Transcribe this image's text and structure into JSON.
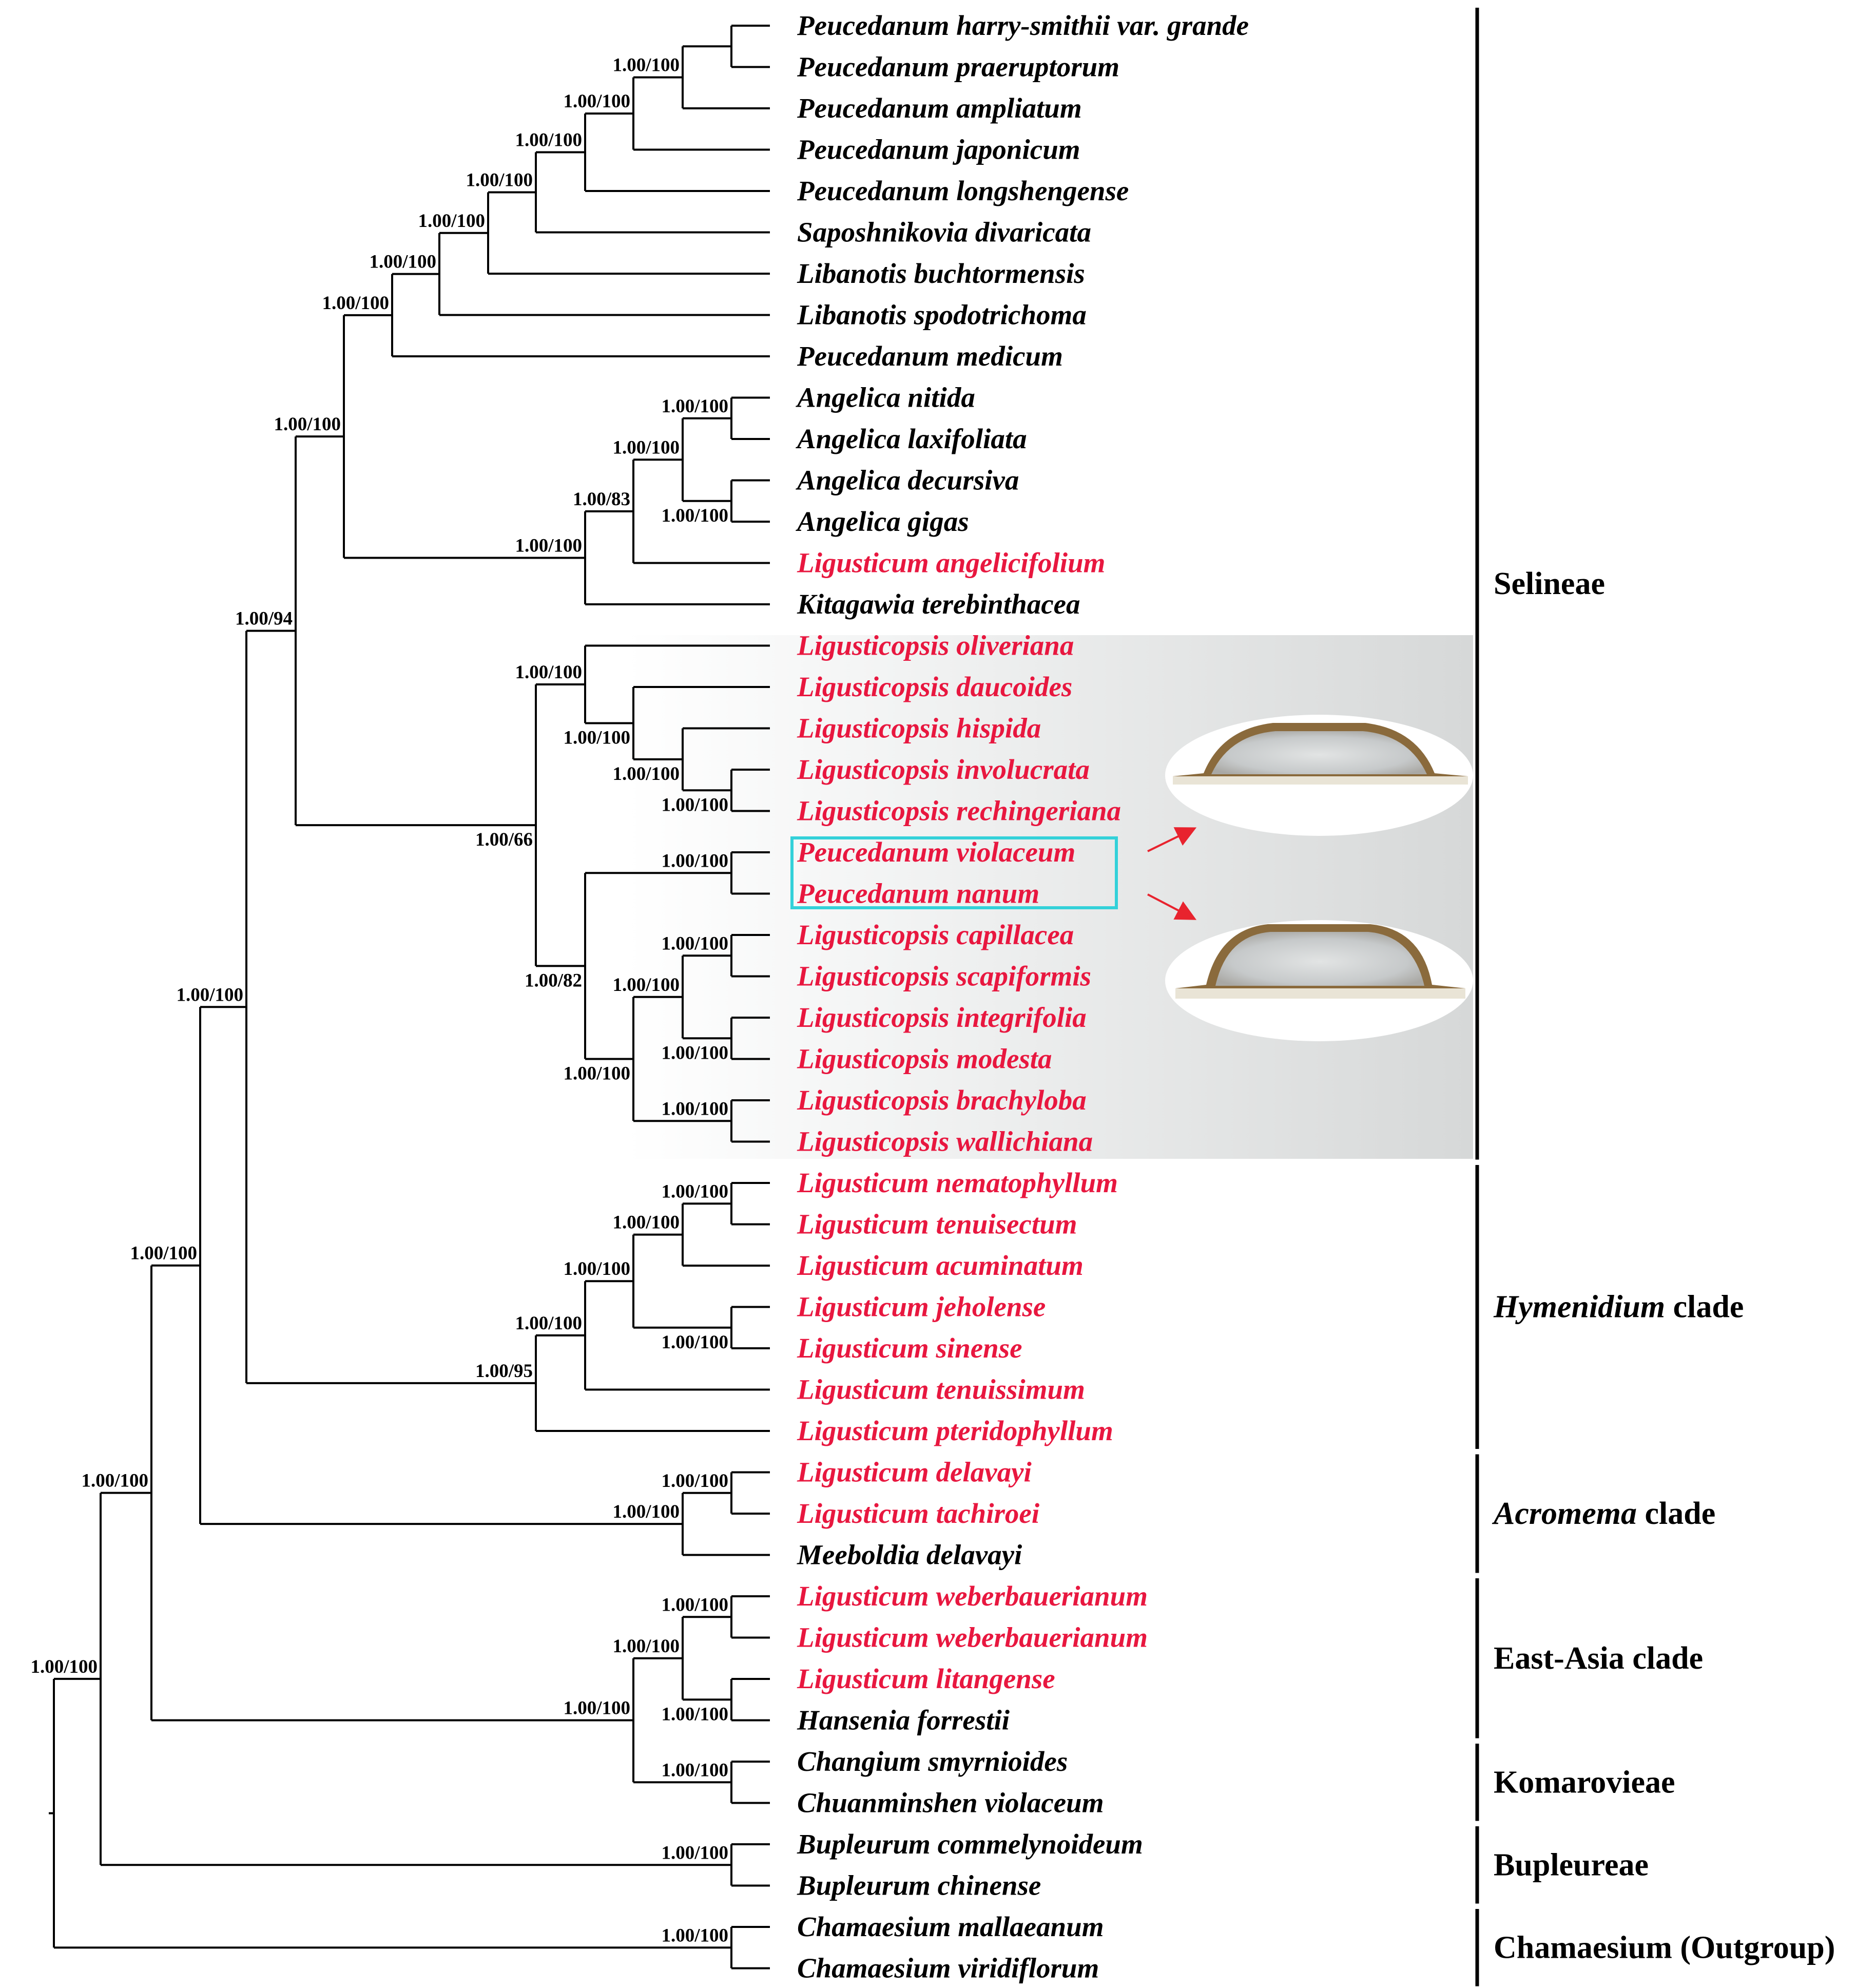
{
  "colors": {
    "highlight": "#e8173f",
    "normal": "#000000",
    "box": "#33d1d9",
    "arrow": "#e8232e",
    "shade_dark": "#d6d8d8"
  },
  "taxa": [
    {
      "id": "t1",
      "label": "Peucedanum harry-smithii",
      "suffix": " var. grande",
      "color": "black"
    },
    {
      "id": "t2",
      "label": "Peucedanum praeruptorum",
      "color": "black"
    },
    {
      "id": "t3",
      "label": "Peucedanum ampliatum",
      "color": "black"
    },
    {
      "id": "t4",
      "label": "Peucedanum japonicum",
      "color": "black"
    },
    {
      "id": "t5",
      "label": "Peucedanum longshengense",
      "color": "black"
    },
    {
      "id": "t6",
      "label": "Saposhnikovia divaricata",
      "color": "black"
    },
    {
      "id": "t7",
      "label": "Libanotis buchtormensis",
      "color": "black"
    },
    {
      "id": "t8",
      "label": "Libanotis spodotrichoma",
      "color": "black"
    },
    {
      "id": "t9",
      "label": "Peucedanum medicum",
      "color": "black"
    },
    {
      "id": "t10",
      "label": "Angelica nitida",
      "color": "black"
    },
    {
      "id": "t11",
      "label": "Angelica laxifoliata",
      "color": "black"
    },
    {
      "id": "t12",
      "label": "Angelica decursiva",
      "color": "black"
    },
    {
      "id": "t13",
      "label": "Angelica gigas",
      "color": "black"
    },
    {
      "id": "t14",
      "label": "Ligusticum angelicifolium",
      "color": "red"
    },
    {
      "id": "t15",
      "label": "Kitagawia terebinthacea",
      "color": "black"
    },
    {
      "id": "t16",
      "label": "Ligusticopsis oliveriana",
      "color": "red"
    },
    {
      "id": "t17",
      "label": "Ligusticopsis daucoides",
      "color": "red"
    },
    {
      "id": "t18",
      "label": "Ligusticopsis hispida",
      "color": "red"
    },
    {
      "id": "t19",
      "label": "Ligusticopsis involucrata",
      "color": "red"
    },
    {
      "id": "t20",
      "label": "Ligusticopsis rechingeriana",
      "color": "red"
    },
    {
      "id": "t21",
      "label": "Peucedanum violaceum",
      "color": "red"
    },
    {
      "id": "t22",
      "label": "Peucedanum nanum",
      "color": "red"
    },
    {
      "id": "t23",
      "label": "Ligusticopsis capillacea",
      "color": "red"
    },
    {
      "id": "t24",
      "label": "Ligusticopsis scapiformis",
      "color": "red"
    },
    {
      "id": "t25",
      "label": "Ligusticopsis integrifolia",
      "color": "red"
    },
    {
      "id": "t26",
      "label": "Ligusticopsis modesta",
      "color": "red"
    },
    {
      "id": "t27",
      "label": "Ligusticopsis brachyloba",
      "color": "red"
    },
    {
      "id": "t28",
      "label": "Ligusticopsis wallichiana",
      "color": "red"
    },
    {
      "id": "t29",
      "label": "Ligusticum nematophyllum",
      "color": "red"
    },
    {
      "id": "t30",
      "label": "Ligusticum tenuisectum",
      "color": "red"
    },
    {
      "id": "t31",
      "label": "Ligusticum acuminatum",
      "color": "red"
    },
    {
      "id": "t32",
      "label": "Ligusticum jeholense",
      "color": "red"
    },
    {
      "id": "t33",
      "label": "Ligusticum sinense",
      "color": "red"
    },
    {
      "id": "t34",
      "label": "Ligusticum tenuissimum",
      "color": "red"
    },
    {
      "id": "t35",
      "label": "Ligusticum pteridophyllum",
      "color": "red"
    },
    {
      "id": "t36",
      "label": "Ligusticum delavayi",
      "color": "red"
    },
    {
      "id": "t37",
      "label": "Ligusticum tachiroei",
      "color": "red"
    },
    {
      "id": "t38",
      "label": "Meeboldia delavayi",
      "color": "black"
    },
    {
      "id": "t39",
      "label": "Ligusticum weberbauerianum",
      "color": "red"
    },
    {
      "id": "t40",
      "label": "Ligusticum weberbauerianum",
      "color": "red"
    },
    {
      "id": "t41",
      "label": "Ligusticum litangense",
      "color": "red"
    },
    {
      "id": "t42",
      "label": "Hansenia forrestii",
      "color": "black"
    },
    {
      "id": "t43",
      "label": "Changium smyrnioides",
      "color": "black"
    },
    {
      "id": "t44",
      "label": "Chuanminshen violaceum",
      "color": "black"
    },
    {
      "id": "t45",
      "label": "Bupleurum commelynoideum",
      "color": "black"
    },
    {
      "id": "t46",
      "label": "Bupleurum chinense",
      "color": "black"
    },
    {
      "id": "t47",
      "label": "Chamaesium mallaeanum",
      "color": "black"
    },
    {
      "id": "t48",
      "label": "Chamaesium viridiflorum",
      "color": "black"
    }
  ],
  "supports": [
    {
      "node": "n1",
      "text": "1.00/100"
    },
    {
      "node": "n2",
      "text": "1.00/100"
    },
    {
      "node": "n3",
      "text": "1.00/100"
    },
    {
      "node": "n4",
      "text": "1.00/100"
    },
    {
      "node": "n5",
      "text": "1.00/100"
    },
    {
      "node": "n6",
      "text": "1.00/100"
    },
    {
      "node": "n7",
      "text": "1.00/100"
    },
    {
      "node": "n8",
      "text": "1.00/100"
    },
    {
      "node": "n9",
      "text": "1.00/100"
    },
    {
      "node": "n10",
      "text": "1.00/100"
    },
    {
      "node": "n11",
      "text": "1.00/100"
    },
    {
      "node": "n12",
      "text": "1.00/83"
    },
    {
      "node": "n13",
      "text": "1.00/100"
    },
    {
      "node": "n14",
      "text": "1.00/94"
    },
    {
      "node": "n15",
      "text": "1.00/100"
    },
    {
      "node": "n16",
      "text": "1.00/100"
    },
    {
      "node": "n17",
      "text": "1.00/100"
    },
    {
      "node": "n18",
      "text": "1.00/100"
    },
    {
      "node": "n19",
      "text": "1.00/100"
    },
    {
      "node": "n20",
      "text": "1.00/100"
    },
    {
      "node": "n21",
      "text": "1.00/100"
    },
    {
      "node": "n22",
      "text": "1.00/100"
    },
    {
      "node": "n23",
      "text": "1.00/100"
    },
    {
      "node": "n24",
      "text": "1.00/82"
    },
    {
      "node": "n25",
      "text": "1.00/66"
    },
    {
      "node": "n26",
      "text": "1.00/100"
    },
    {
      "node": "n27",
      "text": "1.00/100"
    },
    {
      "node": "n28",
      "text": "1.00/100"
    },
    {
      "node": "n29",
      "text": "1.00/100"
    },
    {
      "node": "n30",
      "text": "1.00/100"
    },
    {
      "node": "n31",
      "text": "1.00/100"
    },
    {
      "node": "n32",
      "text": "1.00/95"
    },
    {
      "node": "n33",
      "text": "1.00/100"
    },
    {
      "node": "n34",
      "text": "1.00/100"
    },
    {
      "node": "n35",
      "text": "1.00/100"
    },
    {
      "node": "n36",
      "text": "1.00/100"
    },
    {
      "node": "n37",
      "text": "1.00/100"
    },
    {
      "node": "n38",
      "text": "1.00/100"
    },
    {
      "node": "n39",
      "text": "1.00/100"
    },
    {
      "node": "n40",
      "text": "1.00/100"
    },
    {
      "node": "n41",
      "text": "1.00/100"
    },
    {
      "node": "n42",
      "text": "1.00/100"
    },
    {
      "node": "n43",
      "text": "1.00/100"
    },
    {
      "node": "n44",
      "text": "1.00/100"
    },
    {
      "node": "n45",
      "text": "1.00/100"
    },
    {
      "node": "n46",
      "text": "1.00/100"
    },
    {
      "node": "n47",
      "text": "1.00/100"
    }
  ],
  "groups": [
    {
      "id": "selineae",
      "parts": [
        {
          "text": "Selineae",
          "italic": false
        }
      ]
    },
    {
      "id": "hymenidium",
      "parts": [
        {
          "text": "Hymenidium",
          "italic": true
        },
        {
          "text": " clade",
          "italic": false
        }
      ]
    },
    {
      "id": "acromema",
      "parts": [
        {
          "text": "Acromema",
          "italic": true
        },
        {
          "text": " clade",
          "italic": false
        }
      ]
    },
    {
      "id": "eastasia",
      "parts": [
        {
          "text": "East-Asia clade",
          "italic": false
        }
      ]
    },
    {
      "id": "komarovieae",
      "parts": [
        {
          "text": "Komarovieae",
          "italic": false
        }
      ]
    },
    {
      "id": "bupleureae",
      "parts": [
        {
          "text": "Bupleureae",
          "italic": false
        }
      ]
    },
    {
      "id": "chamaesium",
      "parts": [
        {
          "text": "Chamaesium (Outgroup)",
          "italic": false
        }
      ]
    }
  ]
}
